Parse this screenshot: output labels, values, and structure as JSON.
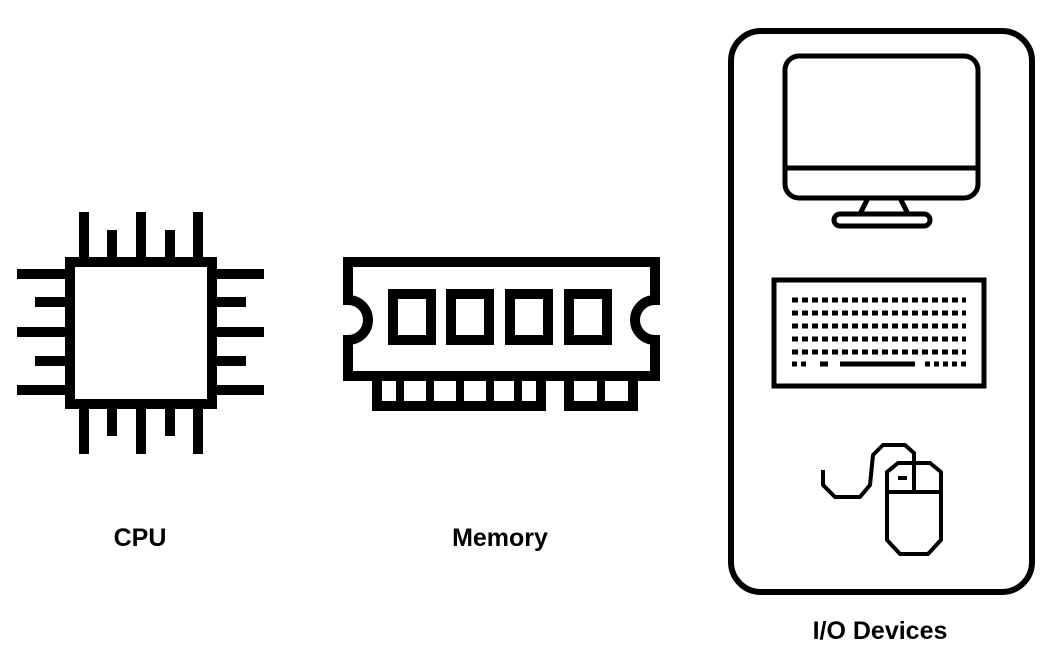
{
  "labels": {
    "cpu": "CPU",
    "memory": "Memory",
    "io_devices": "I/O Devices"
  },
  "icons": {
    "cpu": "cpu-chip-icon",
    "memory": "ram-module-icon",
    "monitor": "monitor-icon",
    "keyboard": "keyboard-icon",
    "mouse": "mouse-icon"
  },
  "colors": {
    "stroke": "#000000",
    "background": "#ffffff"
  }
}
